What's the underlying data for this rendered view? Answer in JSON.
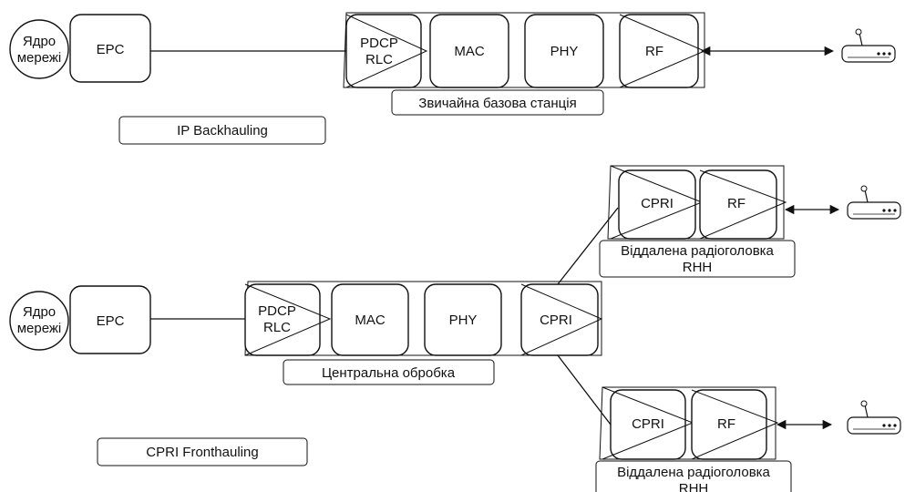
{
  "top": {
    "core": [
      "Ядро",
      "мережі"
    ],
    "epc": "EPC",
    "pdcp_rlc": [
      "PDCP",
      "RLC"
    ],
    "mac": "MAC",
    "phy": "PHY",
    "rf": "RF",
    "bs_caption": "Звичайна базова станція",
    "mode_caption": "IP Backhauling"
  },
  "bottom": {
    "core": [
      "Ядро",
      "мережі"
    ],
    "epc": "EPC",
    "pdcp_rlc": [
      "PDCP",
      "RLC"
    ],
    "mac": "MAC",
    "phy": "PHY",
    "cpri": "CPRI",
    "central_caption": "Центральна обробка",
    "mode_caption": "CPRI Fronthauling"
  },
  "rrh_upper": {
    "cpri": "CPRI",
    "rf": "RF",
    "caption": [
      "Віддалена радіоголовка",
      "RHH"
    ]
  },
  "rrh_lower": {
    "cpri": "CPRI",
    "rf": "RF",
    "caption": [
      "Віддалена радіоголовка",
      "RHH"
    ]
  }
}
